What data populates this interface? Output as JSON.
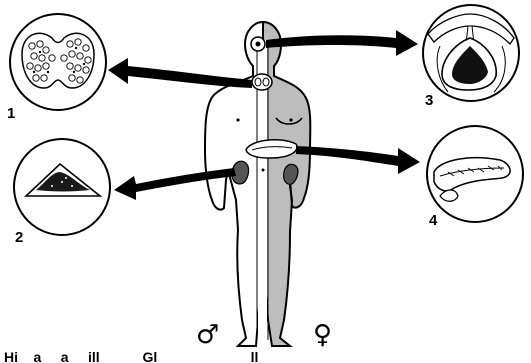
{
  "labels": {
    "gland_1": "1",
    "gland_2": "2",
    "gland_3": "3",
    "gland_4": "4"
  },
  "symbols": {
    "male": "♂",
    "female": "♀"
  },
  "caption": "Hi    a     a     ill           Gl                        ll      "
}
